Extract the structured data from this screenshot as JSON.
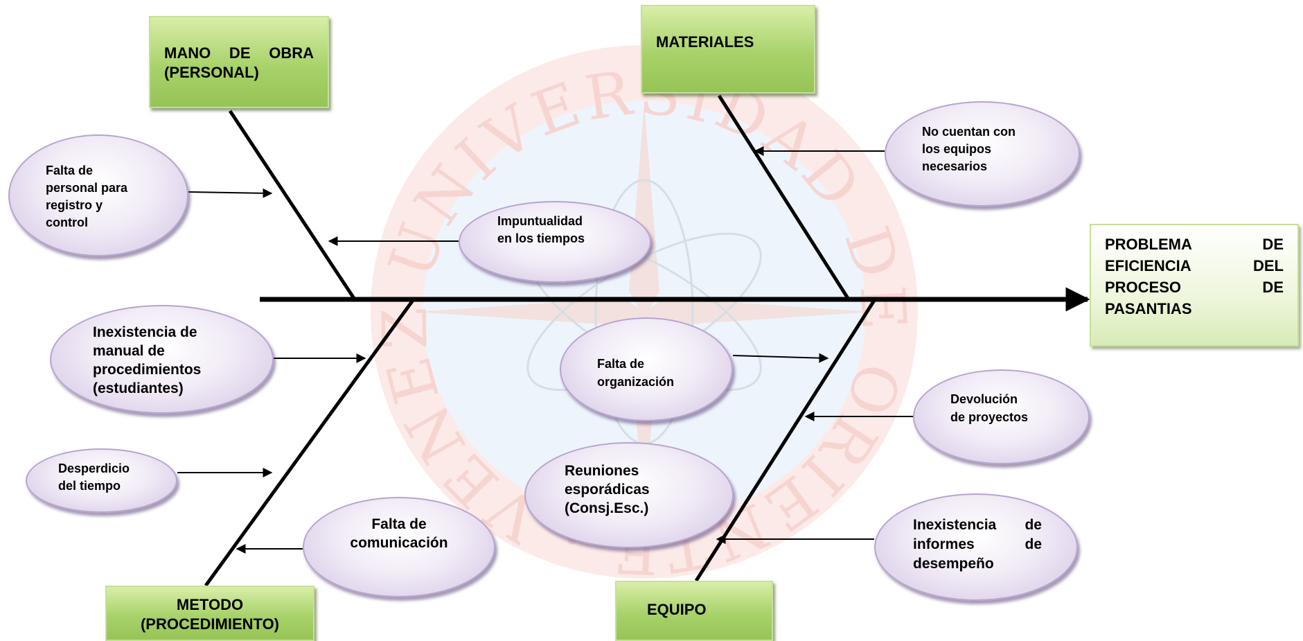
{
  "categories": {
    "mano_de_obra": "MANO DE OBRA (PERSONAL)",
    "materiales": "MATERIALES",
    "metodo": "METODO\n(PROCEDIMIENTO)",
    "equipo": "EQUIPO"
  },
  "effect": "PROBLEMA DE EFICIENCIA DEL PROCESO DE PASANTIAS",
  "causes": {
    "falta_personal": "Falta de\npersonal para\nregistro y\ncontrol",
    "impuntualidad": "Impuntualidad\nen los tiempos",
    "no_equipos": "No cuentan con\nlos equipos\nnecesarios",
    "inexistencia_manual": "Inexistencia de\nmanual de\nprocedimientos\n(estudiantes)",
    "desperdicio": "Desperdicio\ndel tiempo",
    "falta_comunicacion": "Falta de\ncomunicación",
    "falta_organizacion": "Falta de\norganización",
    "reuniones": "Reuniones\nesporádicas\n(Consj.Esc.)",
    "devolucion": "Devolución\nde proyectos",
    "inexistencia_informes": "Inexistencia de\ninformes de\ndesempeño"
  },
  "watermark": {
    "text": "UNIVERSIDAD DE ORIENTE · VENEZUELA",
    "colors": {
      "ring": "#f3c7c2",
      "center": "#e8f1fb",
      "star": "#c9d3dd"
    }
  },
  "colors": {
    "box_green": "#a8d26a",
    "oval_lilac": "#d3c3e3",
    "line": "#000000"
  }
}
